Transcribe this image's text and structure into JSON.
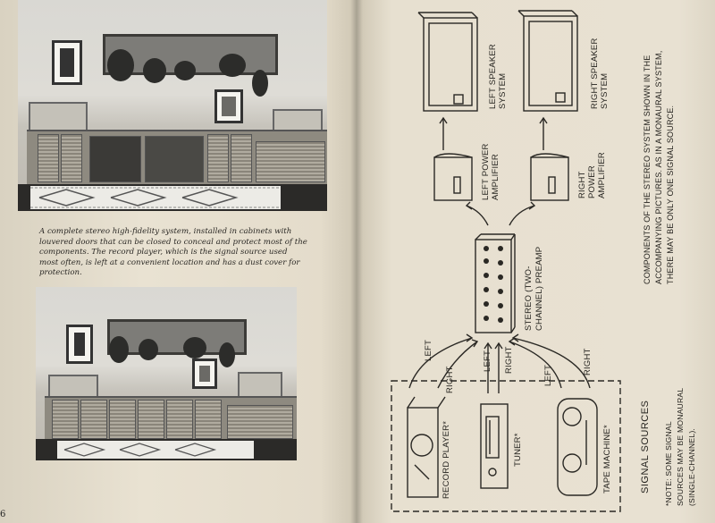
{
  "caption": "A complete stereo high-fidelity system, installed in cabinets with louvered doors that can be closed to conceal and protect most of the components. The record player, which is the signal source used most often, is left at a convenient location and has a dust cover for protection.",
  "diagram": {
    "left_speaker": "LEFT SPEAKER SYSTEM",
    "right_speaker": "RIGHT SPEAKER SYSTEM",
    "left_amp": "LEFT POWER AMPLIFIER",
    "right_amp": "RIGHT POWER AMPLIFIER",
    "preamp": "STEREO (TWO-CHANNEL) PREAMP",
    "record_player": "RECORD PLAYER*",
    "tuner": "TUNER*",
    "tape_machine": "TAPE MACHINE*",
    "signal_sources": "SIGNAL SOURCES",
    "left": "LEFT",
    "right": "RIGHT",
    "components_note": "COMPONENTS OF THE STEREO SYSTEM SHOWN IN THE ACCOMPANYING PICTURES. AS IN A MONAURAL SYSTEM, THERE MAY BE ONLY ONE SIGNAL SOURCE.",
    "footnote": "*NOTE: SOME SIGNAL SOURCES MAY BE MONAURAL (SINGLE-CHANNEL)."
  },
  "page_number": "6"
}
